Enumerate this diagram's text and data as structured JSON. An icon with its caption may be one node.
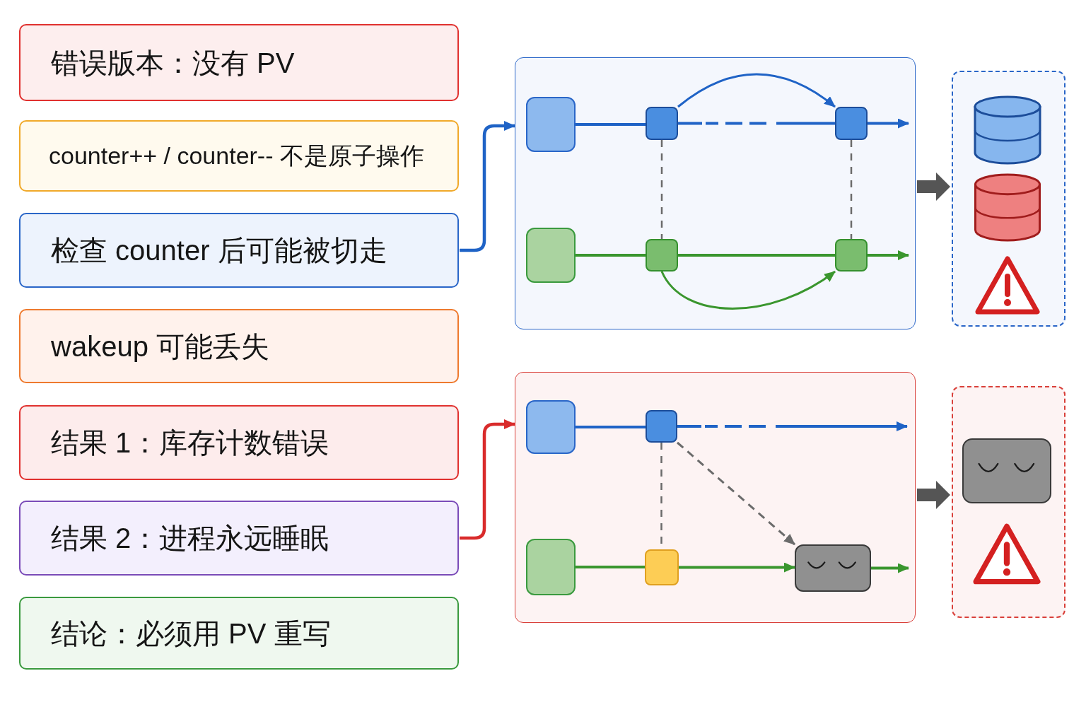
{
  "diagram": {
    "nodes": [
      {
        "text": [
          "错误版本：没有 PV"
        ]
      },
      {
        "text": [
          "counter++ / counter-- 不是原子操作"
        ]
      },
      {
        "text": [
          "检查 counter 后可能被切走"
        ]
      },
      {
        "text": [
          "wakeup 可能丢失"
        ]
      },
      {
        "text": [
          "结果 1：库存计数错误"
        ]
      },
      {
        "text": [
          "结果 2：进程永远睡眠"
        ]
      },
      {
        "text": [
          "结论：必须用 PV 重写"
        ]
      },
      {
        "text": [],
        "shape": "box"
      },
      {
        "text": [],
        "shape": "box",
        "in": 7
      },
      {
        "text": [],
        "shape": "box",
        "in": 7
      },
      {
        "text": [],
        "shape": "box",
        "in": 7
      },
      {
        "text": [],
        "shape": "box",
        "in": 7
      },
      {
        "text": [],
        "shape": "box",
        "in": 7
      },
      {
        "text": [],
        "shape": "box",
        "in": 7
      },
      {
        "text": [],
        "shape": "box"
      },
      {
        "text": [],
        "shape": "cylinder",
        "in": 14
      },
      {
        "text": [],
        "shape": "cylinder",
        "in": 14
      },
      {
        "text": [],
        "shape": "triangle",
        "in": 14
      },
      {
        "text": [],
        "shape": "box"
      },
      {
        "text": [],
        "shape": "box",
        "in": 18
      },
      {
        "text": [],
        "shape": "box",
        "in": 18
      },
      {
        "text": [],
        "shape": "box",
        "in": 18
      },
      {
        "text": [],
        "shape": "box",
        "in": 18
      },
      {
        "text": [],
        "shape": "box",
        "in": 18
      },
      {
        "text": [],
        "shape": "box"
      },
      {
        "text": [],
        "shape": "box",
        "in": 24
      },
      {
        "text": [],
        "shape": "triangle",
        "in": 24
      }
    ],
    "edges": [
      {
        "from": 2,
        "to": 7,
        "arrow": "to",
        "color": "#1f63c6"
      },
      {
        "from": 5,
        "to": 18,
        "arrow": "to",
        "color": "#d92b2b"
      },
      {
        "from": 8,
        "to": 9,
        "arrow": "none",
        "color": "#1f63c6"
      },
      {
        "from": 9,
        "to": 10,
        "arrow": "none",
        "style": "dashed",
        "color": "#1f63c6"
      },
      {
        "from": 10,
        "to": null,
        "arrow": "to",
        "color": "#1f63c6"
      },
      {
        "from": 9,
        "to": 10,
        "arrow": "to",
        "color": "#1f63c6"
      },
      {
        "from": 11,
        "to": 12,
        "arrow": "none",
        "color": "#3a962e"
      },
      {
        "from": 12,
        "to": 13,
        "arrow": "none",
        "color": "#3a962e"
      },
      {
        "from": 13,
        "to": null,
        "arrow": "to",
        "color": "#3a962e"
      },
      {
        "from": 12,
        "to": 13,
        "arrow": "to",
        "color": "#3a962e"
      },
      {
        "from": 9,
        "to": 12,
        "arrow": "none",
        "style": "dashed",
        "color": "#6b6b6b"
      },
      {
        "from": 10,
        "to": 13,
        "arrow": "none",
        "style": "dashed",
        "color": "#6b6b6b"
      },
      {
        "from": 7,
        "to": 14,
        "arrow": "to",
        "style": "thick",
        "color": "#555555"
      },
      {
        "from": 19,
        "to": 20,
        "arrow": "none",
        "color": "#1f63c6"
      },
      {
        "from": 20,
        "to": null,
        "arrow": "to",
        "style": "dashed",
        "color": "#1f63c6"
      },
      {
        "from": 20,
        "to": 23,
        "arrow": "to",
        "style": "dashed",
        "color": "#6b6b6b"
      },
      {
        "from": 20,
        "to": 22,
        "arrow": "none",
        "style": "dashed",
        "color": "#6b6b6b"
      },
      {
        "from": 21,
        "to": 22,
        "arrow": "none",
        "color": "#3a962e"
      },
      {
        "from": 22,
        "to": 23,
        "arrow": "to",
        "color": "#3a962e"
      },
      {
        "from": 23,
        "to": null,
        "arrow": "to",
        "color": "#3a962e"
      },
      {
        "from": 18,
        "to": 24,
        "arrow": "to",
        "style": "thick",
        "color": "#555555"
      }
    ]
  }
}
